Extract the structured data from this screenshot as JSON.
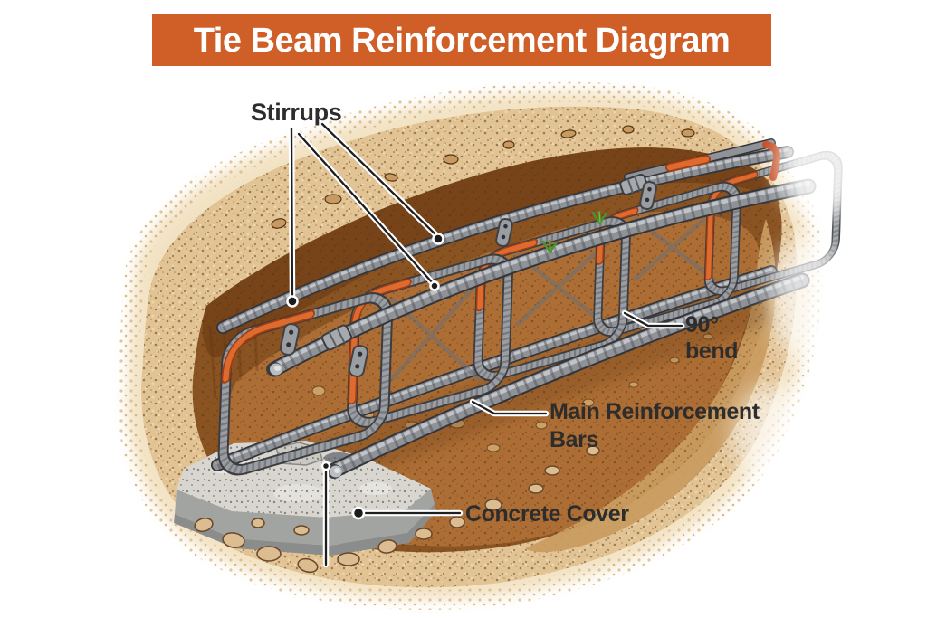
{
  "title": "Tie Beam Reinforcement Diagram",
  "labels": {
    "stirrups": "Stirrups",
    "bend": [
      "90°",
      "bend"
    ],
    "main_bars": [
      "Main Reinforcement",
      "Bars"
    ],
    "concrete_cover": "Concrete Cover"
  },
  "colors": {
    "banner_bg": "#cf5e27",
    "banner_text": "#ffffff",
    "label_text": "#2d2d2d",
    "leader": "#1f1f1f",
    "steel": "#8f9297",
    "steel_dark": "#3a3c40",
    "bend_paint": "#d96228",
    "soil_light": "#e2c394",
    "soil_mid": "#ad6e35",
    "soil_dark": "#7a4518",
    "concrete": "#d8d6cf"
  }
}
